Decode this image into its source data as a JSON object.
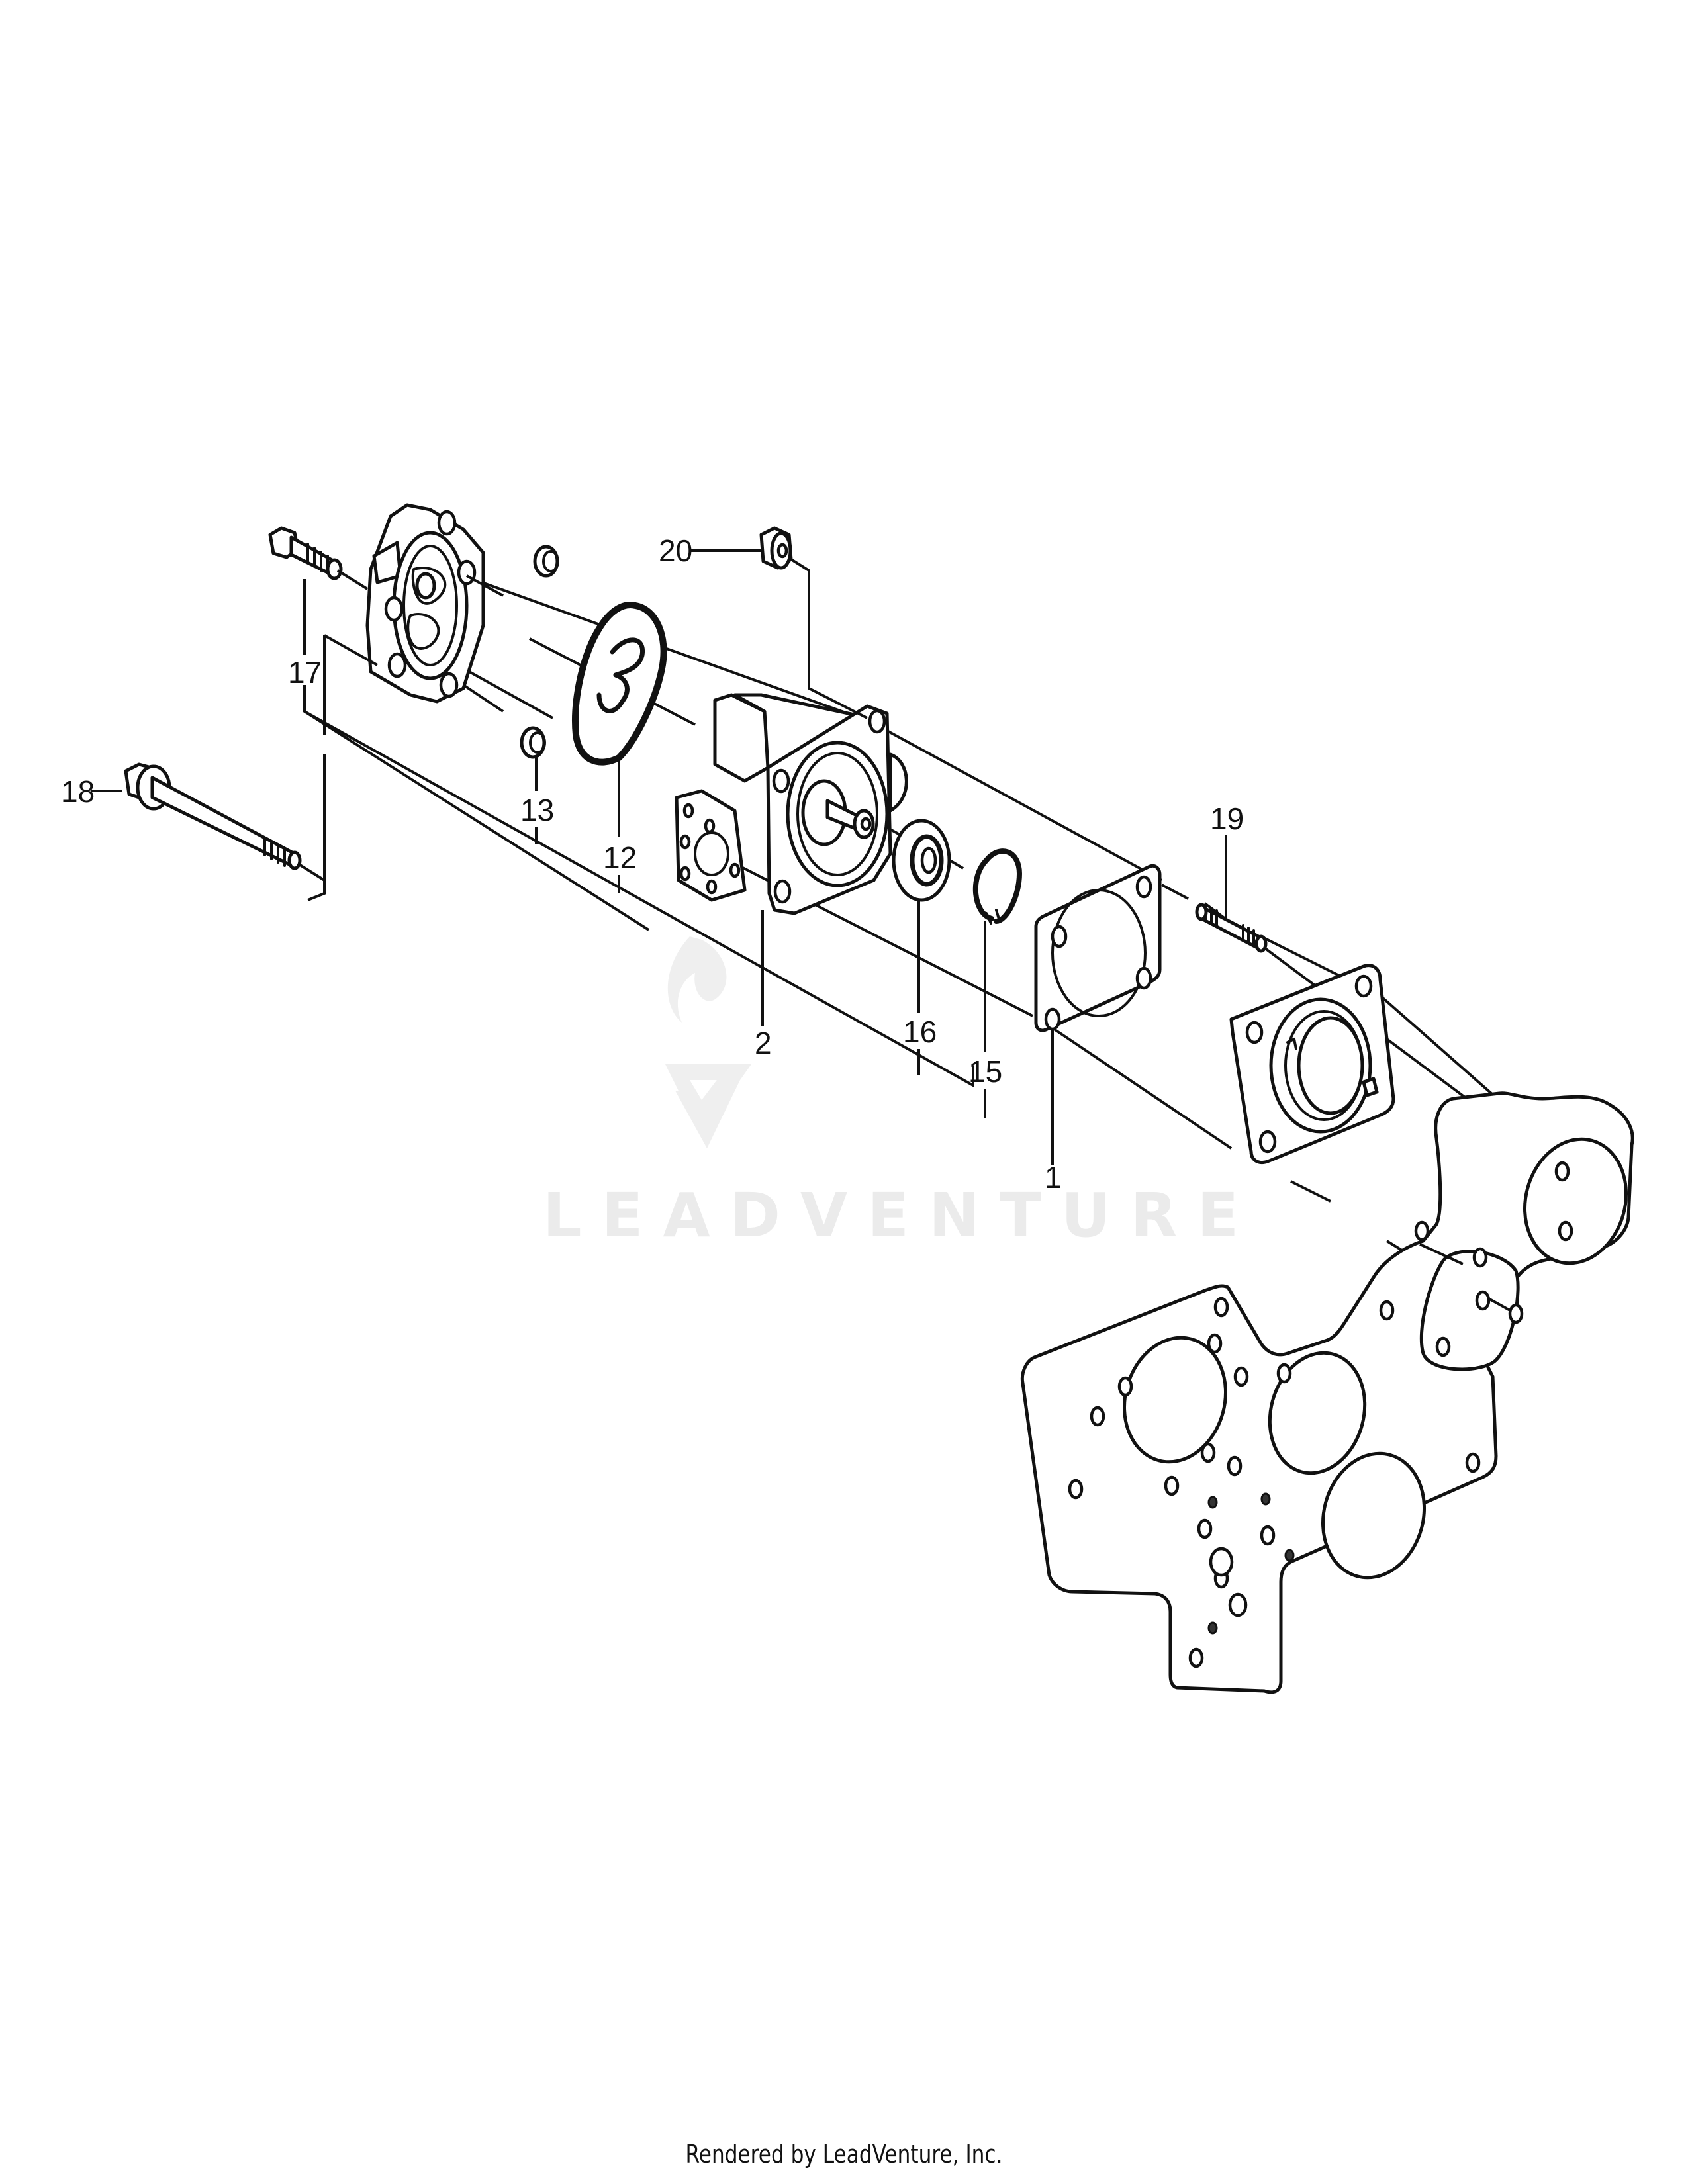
{
  "diagram": {
    "type": "exploded-parts-view",
    "callouts": [
      {
        "id": "callout-1",
        "label": "1",
        "part": "pump gasket (square flange)"
      },
      {
        "id": "callout-2",
        "label": "2",
        "part": "hydraulic pump body"
      },
      {
        "id": "callout-12",
        "label": "12",
        "part": "pump cover gasket / seal"
      },
      {
        "id": "callout-13",
        "label": "13",
        "part": "dowel pin"
      },
      {
        "id": "callout-15",
        "label": "15",
        "part": "snap ring"
      },
      {
        "id": "callout-16",
        "label": "16",
        "part": "oil seal"
      },
      {
        "id": "callout-17",
        "label": "17",
        "part": "flange bolt (short)"
      },
      {
        "id": "callout-18",
        "label": "18",
        "part": "flange bolt (long)"
      },
      {
        "id": "callout-19",
        "label": "19",
        "part": "stud bolt"
      },
      {
        "id": "callout-20",
        "label": "20",
        "part": "flange nut"
      }
    ]
  },
  "watermark": {
    "text": "LEADVENTURE",
    "color": "#ebebeb"
  },
  "footer": {
    "text": "Rendered by LeadVenture, Inc."
  }
}
